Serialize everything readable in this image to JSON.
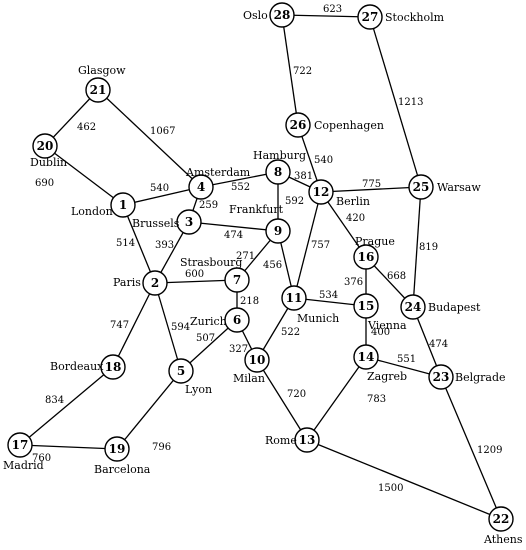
{
  "graph": {
    "nodes": [
      {
        "id": "1",
        "city": "London"
      },
      {
        "id": "2",
        "city": "Paris"
      },
      {
        "id": "3",
        "city": "Brussels"
      },
      {
        "id": "4",
        "city": "Amsterdam"
      },
      {
        "id": "5",
        "city": "Lyon"
      },
      {
        "id": "6",
        "city": "Zurich"
      },
      {
        "id": "7",
        "city": "Strasbourg"
      },
      {
        "id": "8",
        "city": "Hamburg"
      },
      {
        "id": "9",
        "city": "Frankfurt"
      },
      {
        "id": "10",
        "city": "Milan"
      },
      {
        "id": "11",
        "city": "Munich"
      },
      {
        "id": "12",
        "city": "Berlin"
      },
      {
        "id": "13",
        "city": "Rome"
      },
      {
        "id": "14",
        "city": "Zagreb"
      },
      {
        "id": "15",
        "city": "Vienna"
      },
      {
        "id": "16",
        "city": "Prague"
      },
      {
        "id": "17",
        "city": "Madrid"
      },
      {
        "id": "18",
        "city": "Bordeaux"
      },
      {
        "id": "19",
        "city": "Barcelona"
      },
      {
        "id": "20",
        "city": "Dublin"
      },
      {
        "id": "21",
        "city": "Glasgow"
      },
      {
        "id": "22",
        "city": "Athens"
      },
      {
        "id": "23",
        "city": "Belgrade"
      },
      {
        "id": "24",
        "city": "Budapest"
      },
      {
        "id": "25",
        "city": "Warsaw"
      },
      {
        "id": "26",
        "city": "Copenhagen"
      },
      {
        "id": "27",
        "city": "Stockholm"
      },
      {
        "id": "28",
        "city": "Oslo"
      }
    ],
    "edges": [
      {
        "from": "28",
        "to": "27",
        "weight": "623"
      },
      {
        "from": "28",
        "to": "26",
        "weight": "722"
      },
      {
        "from": "27",
        "to": "25",
        "weight": "1213"
      },
      {
        "from": "21",
        "to": "20",
        "weight": "462"
      },
      {
        "from": "21",
        "to": "4",
        "weight": "1067"
      },
      {
        "from": "20",
        "to": "1",
        "weight": "690"
      },
      {
        "from": "1",
        "to": "4",
        "weight": "540"
      },
      {
        "from": "1",
        "to": "2",
        "weight": "514"
      },
      {
        "from": "4",
        "to": "8",
        "weight": "552"
      },
      {
        "from": "4",
        "to": "3",
        "weight": "259"
      },
      {
        "from": "26",
        "to": "12",
        "weight": "540"
      },
      {
        "from": "8",
        "to": "12",
        "weight": "381"
      },
      {
        "from": "8",
        "to": "9",
        "weight": "592"
      },
      {
        "from": "12",
        "to": "25",
        "weight": "775"
      },
      {
        "from": "12",
        "to": "16",
        "weight": "420"
      },
      {
        "from": "12",
        "to": "11",
        "weight": "757"
      },
      {
        "from": "3",
        "to": "9",
        "weight": "474"
      },
      {
        "from": "3",
        "to": "2",
        "weight": "393"
      },
      {
        "from": "9",
        "to": "7",
        "weight": "271"
      },
      {
        "from": "9",
        "to": "11",
        "weight": "456"
      },
      {
        "from": "2",
        "to": "7",
        "weight": "600"
      },
      {
        "from": "2",
        "to": "18",
        "weight": "747"
      },
      {
        "from": "2",
        "to": "5",
        "weight": "594"
      },
      {
        "from": "7",
        "to": "6",
        "weight": "218"
      },
      {
        "from": "6",
        "to": "5",
        "weight": "507"
      },
      {
        "from": "6",
        "to": "10",
        "weight": "327"
      },
      {
        "from": "11",
        "to": "15",
        "weight": "534"
      },
      {
        "from": "11",
        "to": "10",
        "weight": "522"
      },
      {
        "from": "16",
        "to": "15",
        "weight": "376"
      },
      {
        "from": "16",
        "to": "24",
        "weight": "668"
      },
      {
        "from": "25",
        "to": "24",
        "weight": "819"
      },
      {
        "from": "15",
        "to": "14",
        "weight": "400"
      },
      {
        "from": "24",
        "to": "23",
        "weight": "474"
      },
      {
        "from": "14",
        "to": "23",
        "weight": "551"
      },
      {
        "from": "14",
        "to": "13",
        "weight": "783"
      },
      {
        "from": "10",
        "to": "13",
        "weight": "720"
      },
      {
        "from": "18",
        "to": "17",
        "weight": "834"
      },
      {
        "from": "17",
        "to": "19",
        "weight": "760"
      },
      {
        "from": "5",
        "to": "19",
        "weight": "796"
      },
      {
        "from": "23",
        "to": "22",
        "weight": "1209"
      },
      {
        "from": "13",
        "to": "22",
        "weight": "1500"
      }
    ]
  }
}
